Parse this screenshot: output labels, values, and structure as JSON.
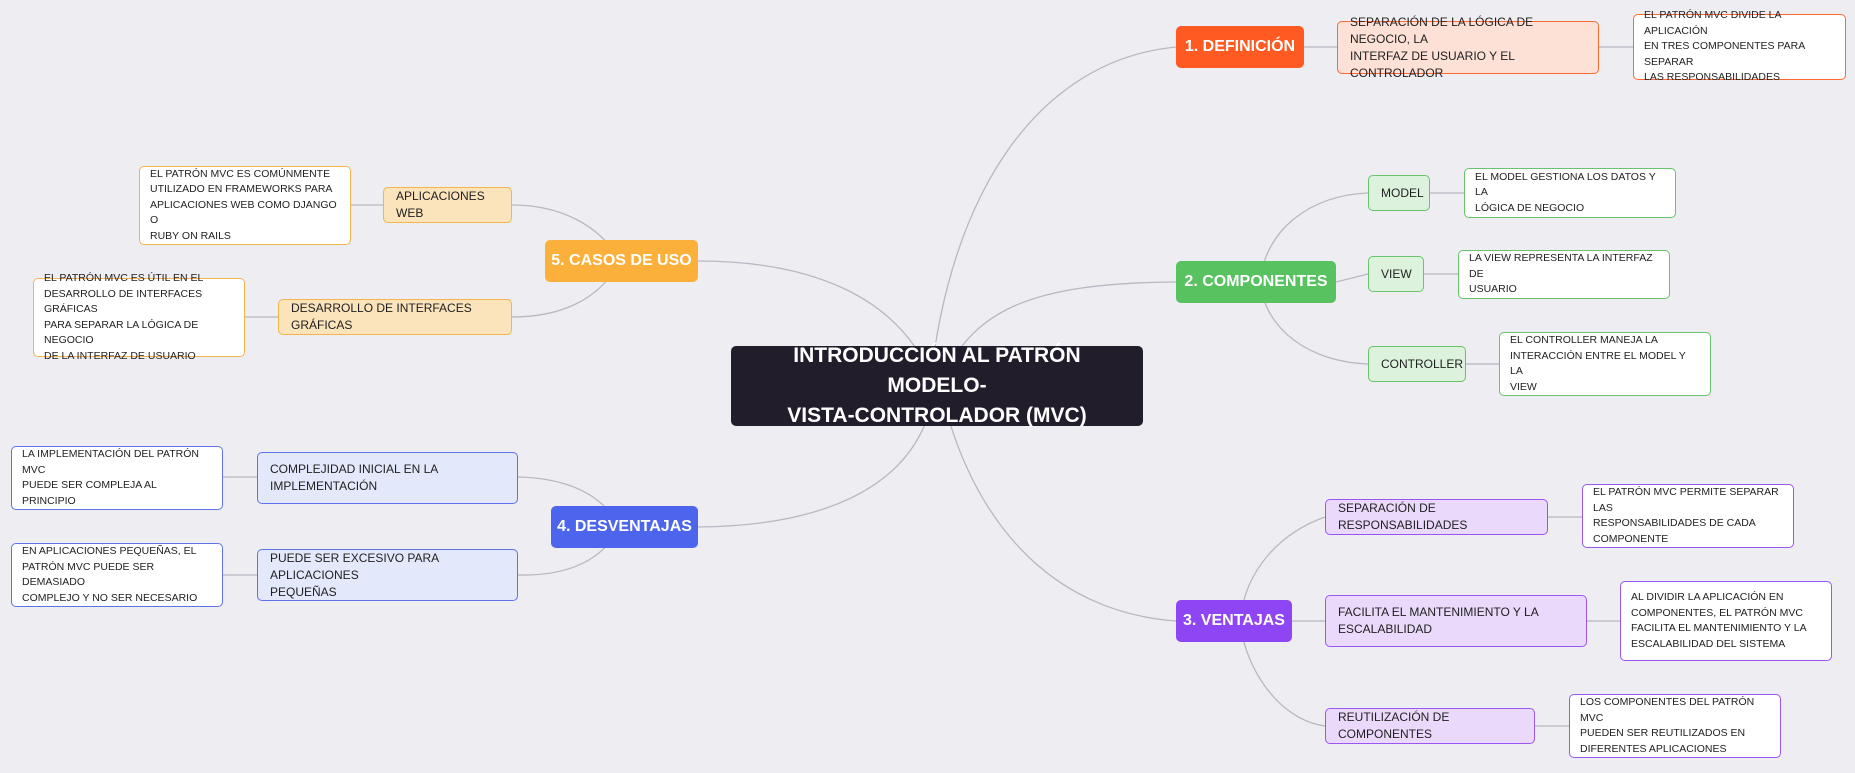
{
  "center": {
    "line1": "INTRODUCCIÓN AL PATRÓN MODELO-",
    "line2": "VISTA-CONTROLADOR (MVC)"
  },
  "definicion": {
    "title": "1. DEFINICIÓN",
    "sub": [
      "SEPARACIÓN DE LA LÓGICA DE NEGOCIO, LA",
      "INTERFAZ DE USUARIO Y EL CONTROLADOR"
    ],
    "detail": [
      "EL PATRÓN MVC DIVIDE LA APLICACIÓN",
      "EN TRES COMPONENTES PARA SEPARAR",
      "LAS RESPONSABILIDADES"
    ]
  },
  "componentes": {
    "title": "2. COMPONENTES",
    "model": "MODEL",
    "model_detail": [
      "EL MODEL GESTIONA LOS DATOS Y LA",
      "LÓGICA DE NEGOCIO"
    ],
    "view": "VIEW",
    "view_detail": [
      "LA VIEW REPRESENTA LA INTERFAZ DE",
      "USUARIO"
    ],
    "controller": "CONTROLLER",
    "controller_detail": [
      "EL CONTROLLER MANEJA LA",
      "INTERACCIÓN ENTRE EL MODEL Y LA",
      "VIEW"
    ]
  },
  "ventajas": {
    "title": "3. VENTAJAS",
    "item1": "SEPARACIÓN DE RESPONSABILIDADES",
    "item1_detail": [
      "EL PATRÓN MVC PERMITE SEPARAR LAS",
      "RESPONSABILIDADES DE CADA",
      "COMPONENTE"
    ],
    "item2": [
      "FACILITA EL MANTENIMIENTO Y LA",
      "ESCALABILIDAD"
    ],
    "item2_detail": [
      "AL DIVIDIR LA APLICACIÓN EN",
      "COMPONENTES, EL PATRÓN MVC",
      "FACILITA EL MANTENIMIENTO Y LA",
      "ESCALABILIDAD DEL SISTEMA"
    ],
    "item3": "REUTILIZACIÓN DE COMPONENTES",
    "item3_detail": [
      "LOS COMPONENTES DEL PATRÓN MVC",
      "PUEDEN SER REUTILIZADOS EN",
      "DIFERENTES APLICACIONES"
    ]
  },
  "desventajas": {
    "title": "4. DESVENTAJAS",
    "item1": [
      "COMPLEJIDAD INICIAL EN LA",
      "IMPLEMENTACIÓN"
    ],
    "item1_detail": [
      "LA IMPLEMENTACIÓN DEL PATRÓN MVC",
      "PUEDE SER COMPLEJA AL PRINCIPIO"
    ],
    "item2": [
      "PUEDE SER EXCESIVO PARA APLICACIONES",
      "PEQUEÑAS"
    ],
    "item2_detail": [
      "EN APLICACIONES PEQUEÑAS, EL",
      "PATRÓN MVC PUEDE SER DEMASIADO",
      "COMPLEJO Y NO SER NECESARIO"
    ]
  },
  "casos": {
    "title": "5. CASOS DE USO",
    "item1": "APLICACIONES WEB",
    "item1_detail": [
      "EL PATRÓN MVC ES COMÚNMENTE",
      "UTILIZADO EN FRAMEWORKS PARA",
      "APLICACIONES WEB COMO DJANGO O",
      "RUBY ON RAILS"
    ],
    "item2": "DESARROLLO DE INTERFACES GRÁFICAS",
    "item2_detail": [
      "EL PATRÓN MVC ES ÚTIL EN EL",
      "DESARROLLO DE INTERFACES GRÁFICAS",
      "PARA SEPARAR LA LÓGICA DE NEGOCIO",
      "DE LA INTERFAZ DE USUARIO"
    ]
  },
  "colors": {
    "definicion": "#ff5a22",
    "componentes": "#57c25f",
    "ventajas": "#8e45f3",
    "desventajas": "#4d64ec",
    "casos": "#fbb03b",
    "center": "#221d2b"
  }
}
